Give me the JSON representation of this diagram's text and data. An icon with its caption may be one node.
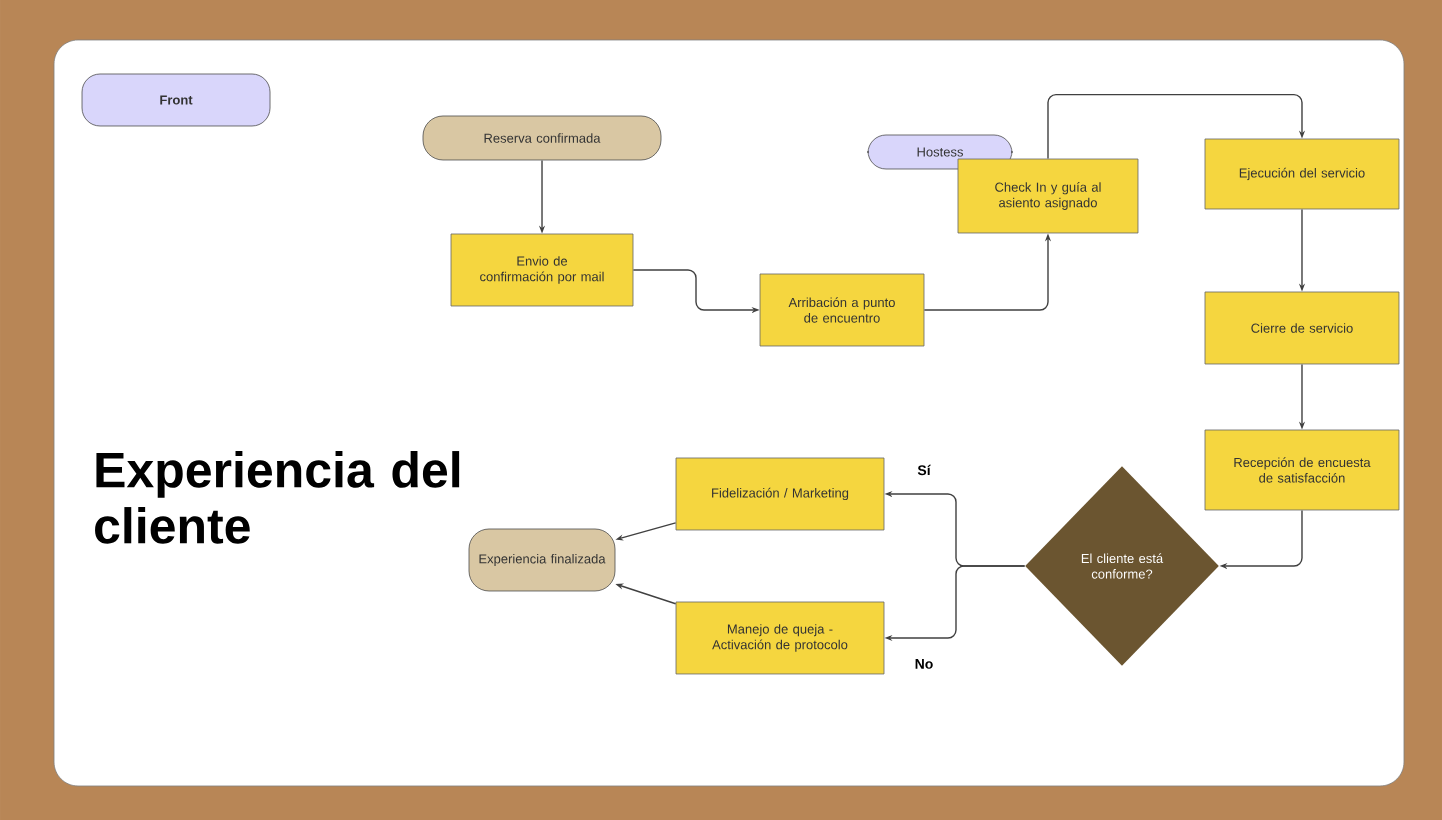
{
  "diagram": {
    "title": "Experiencia del cliente",
    "nodes": [
      {
        "text": [
          "Front"
        ]
      },
      {
        "text": [
          "Reserva confirmada"
        ]
      },
      {
        "text": [
          "Envio de confirmación por mail"
        ]
      },
      {
        "text": [
          "Arribación a punto de encuentro"
        ]
      },
      {
        "text": [
          "Hostess"
        ]
      },
      {
        "text": [
          "Check In y guía al asiento asignado"
        ]
      },
      {
        "text": [
          "Ejecución del servicio"
        ]
      },
      {
        "text": [
          "Cierre de servicio"
        ]
      },
      {
        "text": [
          "Recepción de encuesta de satisfacción"
        ]
      },
      {
        "text": [
          "El cliente está conforme?"
        ]
      },
      {
        "text": [
          "Fidelización / Marketing"
        ]
      },
      {
        "text": [
          "Manejo de queja - Activación de protocolo"
        ]
      },
      {
        "text": [
          "Experiencia finalizada"
        ]
      }
    ],
    "edges": [
      {
        "from": 1,
        "to": 2,
        "arrow": "to"
      },
      {
        "from": 2,
        "to": 3,
        "arrow": "to"
      },
      {
        "from": 3,
        "to": 5,
        "arrow": "to"
      },
      {
        "from": 5,
        "to": 6,
        "arrow": "to"
      },
      {
        "from": 6,
        "to": 7,
        "arrow": "to"
      },
      {
        "from": 7,
        "to": 8,
        "arrow": "to"
      },
      {
        "from": 8,
        "to": 9,
        "arrow": "to"
      },
      {
        "from": 9,
        "to": 10,
        "arrow": "to",
        "label": "Sí"
      },
      {
        "from": 9,
        "to": 11,
        "arrow": "to",
        "label": "No"
      },
      {
        "from": 10,
        "to": 12,
        "arrow": "to"
      },
      {
        "from": 11,
        "to": 12,
        "arrow": "to"
      }
    ]
  }
}
